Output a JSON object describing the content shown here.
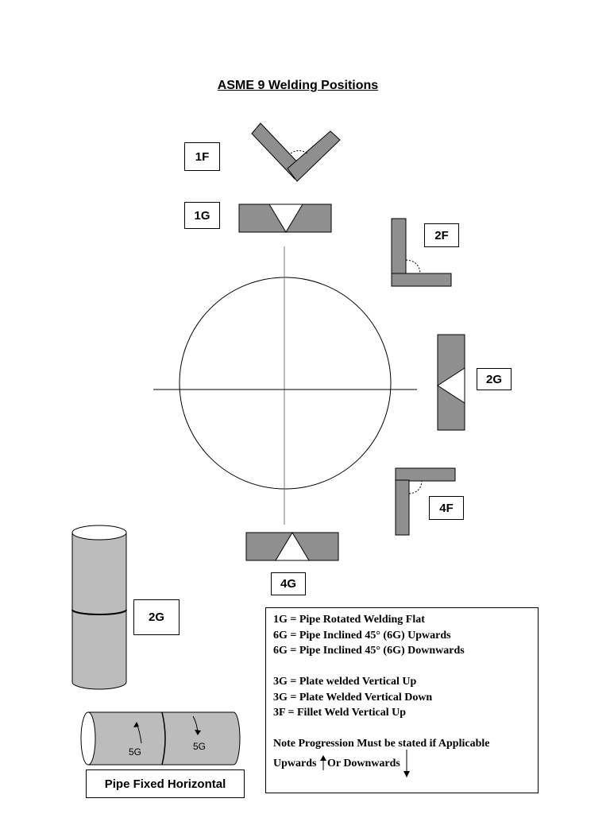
{
  "title": "ASME 9 Welding Positions",
  "labels": {
    "pos_1f": "1F",
    "pos_1g": "1G",
    "pos_2f": "2F",
    "pos_2g": "2G",
    "pos_4f": "4F",
    "pos_4g": "4G",
    "pipe_vertical": "2G",
    "pipe_horizontal_caption": "Pipe Fixed Horizontal",
    "pipe_5g_left": "5G",
    "pipe_5g_right": "5G"
  },
  "legend": {
    "lines": [
      "1G = Pipe Rotated Welding Flat",
      "6G = Pipe Inclined 45° (6G) Upwards",
      "6G = Pipe Inclined 45° (6G) Downwards",
      "",
      "3G = Plate welded Vertical Up",
      "3G = Plate Welded Vertical Down",
      "3F = Fillet Weld Vertical Up",
      "",
      "Note Progression Must be stated if Applicable"
    ],
    "upwards": "Upwards",
    "or_downwards": "Or Downwards"
  },
  "colors": {
    "plate": "#8f8f8f",
    "pipe": "#bcbcbc",
    "line": "#000000",
    "background": "#ffffff"
  }
}
